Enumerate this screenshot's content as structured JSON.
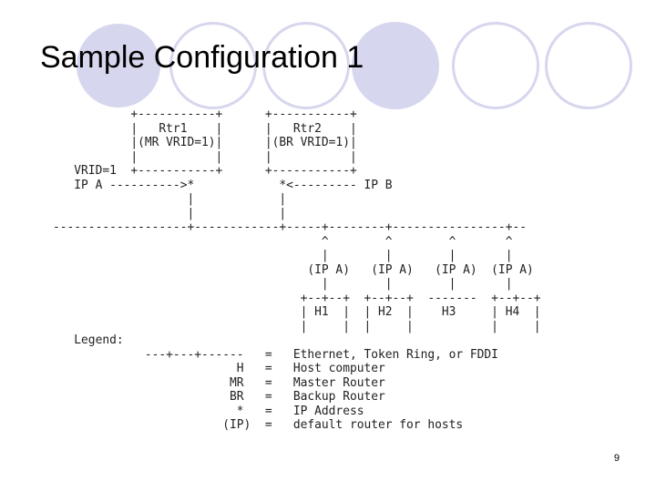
{
  "slide": {
    "title": "Sample Configuration 1",
    "page_number": "9"
  },
  "diagram": {
    "lines": [
      "           +-----------+      +-----------+",
      "           |   Rtr1    |      |   Rtr2    |",
      "           |(MR VRID=1)|      |(BR VRID=1)|",
      "           |           |      |           |",
      "   VRID=1  +-----------+      +-----------+",
      "   IP A ---------->*            *<--------- IP B",
      "                   |            |",
      "                   |            |",
      "-------------------+------------+-----+--------+----------------+--",
      "                                      ^        ^        ^       ^",
      "                                      |        |        |       |",
      "                                    (IP A)   (IP A)   (IP A)  (IP A)",
      "                                      |        |        |       |",
      "                                   +--+--+  +--+--+  -------  +--+--+",
      "                                   | H1  |  | H2  |    H3     | H4  |",
      "                                   |     |  |     |           |     |",
      "   Legend:",
      "             ---+---+------   =   Ethernet, Token Ring, or FDDI",
      "                          H   =   Host computer",
      "                         MR   =   Master Router",
      "                         BR   =   Backup Router",
      "                          *   =   IP Address",
      "                        (IP)  =   default router for hosts"
    ]
  },
  "colors": {
    "decoration": "#d6d6ee",
    "text": "#000000",
    "diagram_text": "#222222"
  }
}
